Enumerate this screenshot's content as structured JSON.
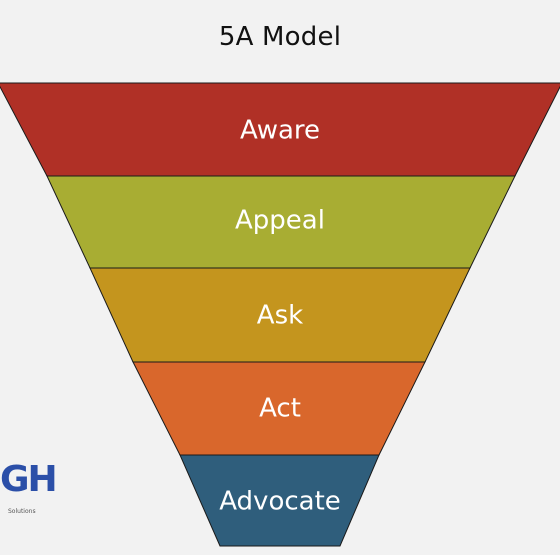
{
  "title": "5A Model",
  "stages": [
    {
      "label": "Aware",
      "color": "#b03026"
    },
    {
      "label": "Appeal",
      "color": "#a8ad33"
    },
    {
      "label": "Ask",
      "color": "#c4951e"
    },
    {
      "label": "Act",
      "color": "#d9672c"
    },
    {
      "label": "Advocate",
      "color": "#2f5e7c"
    }
  ],
  "logo": {
    "mark": "GH",
    "sub": "Solutions",
    "color": "#2b4fa8"
  }
}
